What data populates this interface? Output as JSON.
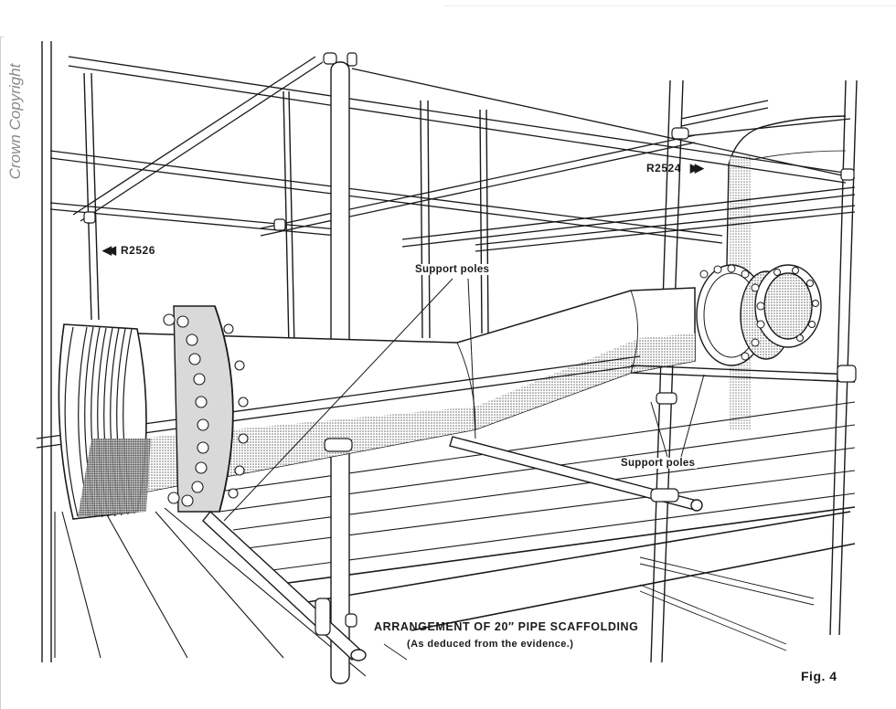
{
  "figure": {
    "copyright": "Crown Copyright",
    "references": {
      "left": {
        "label": "R2526",
        "arrow_icon": "double-arrow-left-icon"
      },
      "right": {
        "label": "R2524",
        "arrow_icon": "double-arrow-right-icon"
      }
    },
    "annotations": {
      "support_poles_top": "Support poles",
      "support_poles_right": "Support poles"
    },
    "caption": {
      "title": "ARRANGEMENT OF 20″ PIPE SCAFFOLDING",
      "subtitle": "(As deduced from the evidence.)"
    },
    "figure_number": "Fig. 4",
    "colors": {
      "ink": "#1a1a1a",
      "shade": "#9a9a9a",
      "paper": "#ffffff",
      "copyright_text": "#8a8a8a"
    }
  }
}
